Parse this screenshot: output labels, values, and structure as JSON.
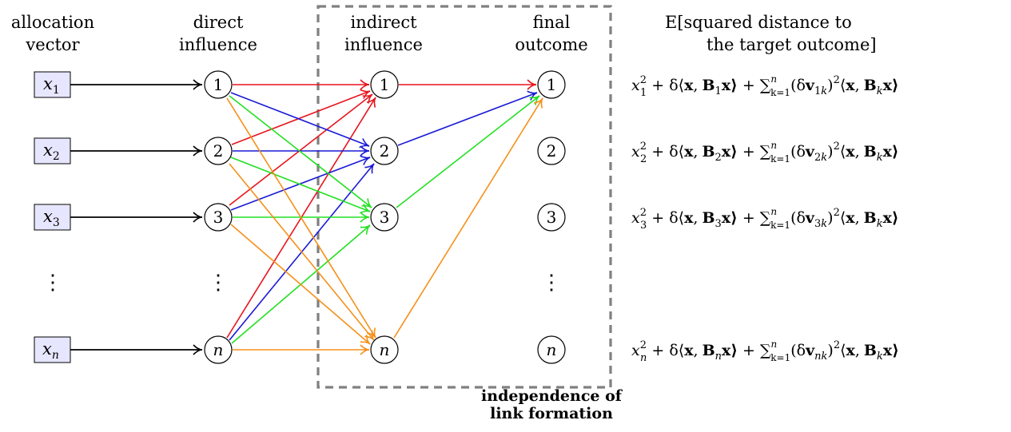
{
  "headers": {
    "allocation": [
      "allocation",
      "vector"
    ],
    "direct": [
      "direct",
      "influence"
    ],
    "indirect": [
      "indirect",
      "influence"
    ],
    "final": [
      "final",
      "outcome"
    ],
    "expectation": [
      "E[squared distance to",
      "the target outcome]"
    ]
  },
  "allocation_labels": [
    {
      "base": "x",
      "sub": "1"
    },
    {
      "base": "x",
      "sub": "2"
    },
    {
      "base": "x",
      "sub": "3"
    },
    {
      "base": "x",
      "sub": "n"
    }
  ],
  "node_labels": [
    "1",
    "2",
    "3",
    "n"
  ],
  "dots": "⋮",
  "box_label": [
    "independence of",
    "link formation"
  ],
  "formula_subscripts": [
    "1",
    "2",
    "3",
    "n"
  ],
  "formula_parts": {
    "plus_delta": "+ δ⟨",
    "x": "x",
    "comma": ",",
    "B": "B",
    "close": "x⟩",
    "sum": "+ ∑",
    "sum_upper": "n",
    "sum_lower": "k=1",
    "delta_v": "(δ",
    "v": "v",
    "k": "k",
    "squared": "2"
  },
  "colors": {
    "red": "#e8141c",
    "blue": "#1a1ad6",
    "green": "#22e022",
    "orange": "#f5901a",
    "box_fill": "#e6e6ff",
    "dashed": "#808080"
  }
}
